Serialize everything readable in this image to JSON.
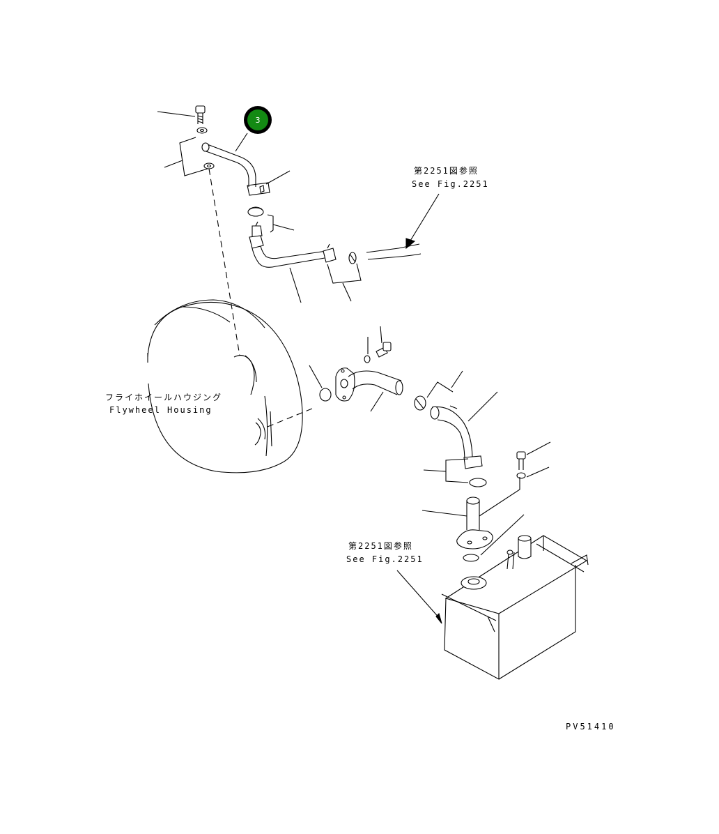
{
  "callout": {
    "number": "3",
    "fill_color": "#138a13",
    "ring_color": "#000000"
  },
  "refs": [
    {
      "ja": "第2251図参照",
      "en": "See Fig.2251"
    },
    {
      "ja": "第2251図参照",
      "en": "See Fig.2251"
    }
  ],
  "flywheel": {
    "ja": "フライホイールハウジング",
    "en": "Flywheel Housing"
  },
  "drawing_code": "PV51410"
}
